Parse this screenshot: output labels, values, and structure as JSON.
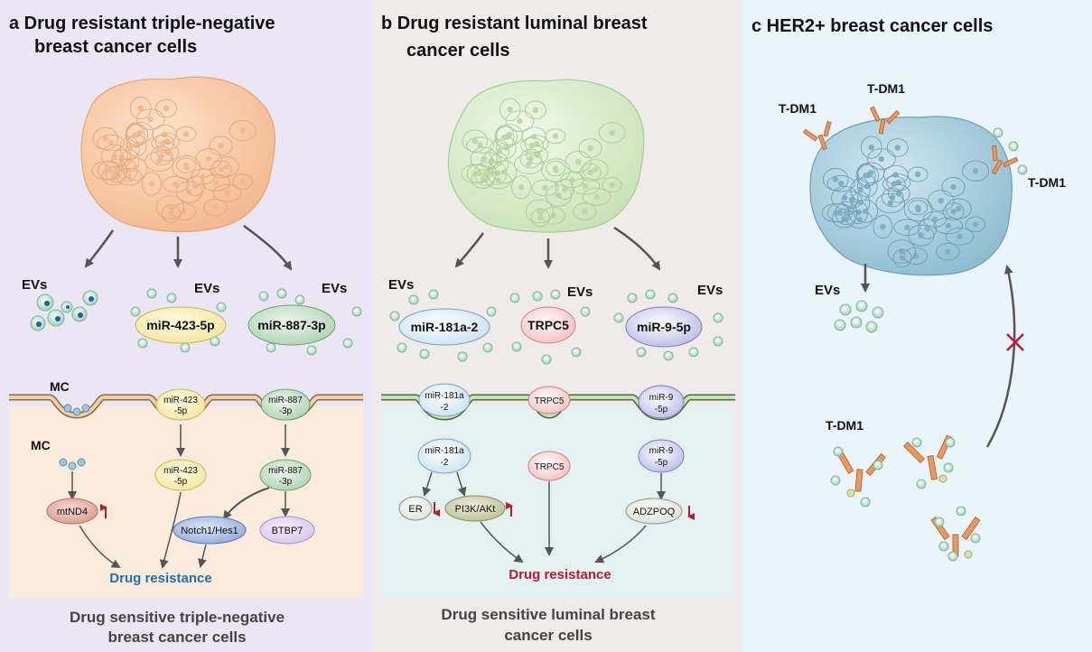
{
  "panel_a": {
    "title_line1": "a Drug resistant triple-negative",
    "title_line2": "breast cancer cells",
    "evs_label_1": "EVs",
    "evs_label_2": "EVs",
    "evs_label_3": "EVs",
    "mir423_ev": "miR-423-5p",
    "mir887_ev": "miR-887-3p",
    "mc_label_1": "MC",
    "mc_label_2": "MC",
    "mir423_vesicle_l1": "miR-423",
    "mir423_vesicle_l2": "-5p",
    "mir887_vesicle_l1": "miR-887",
    "mir887_vesicle_l2": "-3p",
    "mir423_inner_l1": "miR-423",
    "mir423_inner_l2": "-5p",
    "mir887_inner_l1": "miR-887",
    "mir887_inner_l2": "-3p",
    "mtnd4": "mtND4",
    "notch": "Notch1/Hes1",
    "btbp7": "BTBP7",
    "drug_resistance": "Drug resistance",
    "bottom_line1": "Drug sensitive triple-negative",
    "bottom_line2": "breast cancer cells"
  },
  "panel_b": {
    "title_line1": "b Drug resistant luminal breast",
    "title_line2": "cancer cells",
    "evs_label_1": "EVs",
    "evs_label_2": "EVs",
    "evs_label_3": "EVs",
    "mir181_ev": "miR-181a-2",
    "trpc5_ev": "TRPC5",
    "mir9_ev": "miR-9-5p",
    "mir181_vesicle_l1": "miR-181a",
    "mir181_vesicle_l2": "-2",
    "trpc5_vesicle": "TRPC5",
    "mir9_vesicle_l1": "miR-9",
    "mir9_vesicle_l2": "-5p",
    "mir181_inner_l1": "miR-181a",
    "mir181_inner_l2": "-2",
    "trpc5_inner": "TRPC5",
    "mir9_inner_l1": "miR-9",
    "mir9_inner_l2": "-5p",
    "er": "ER",
    "pi3k": "PI3K/AKt",
    "adzpoq": "ADZPOQ",
    "drug_resistance": "Drug resistance",
    "bottom_line1": "Drug sensitive luminal breast",
    "bottom_line2": "cancer cells"
  },
  "panel_c": {
    "title": "c HER2+ breast cancer cells",
    "tdm1_1": "T-DM1",
    "tdm1_2": "T-DM1",
    "tdm1_3": "T-DM1",
    "tdm1_4": "T-DM1",
    "evs_label": "EVs"
  },
  "colors": {
    "panel_a_bg": "#ebe6f3",
    "panel_a_cell_bg": "#fbebdc",
    "panel_b_bg": "#eeebea",
    "panel_b_cell_bg": "#e4f1f1",
    "panel_c_bg": "#eaf4fb",
    "drug_resistance_a": "#1f6fae",
    "drug_resistance_b": "#c0182a",
    "up_down_arrow": "#c0182a"
  }
}
